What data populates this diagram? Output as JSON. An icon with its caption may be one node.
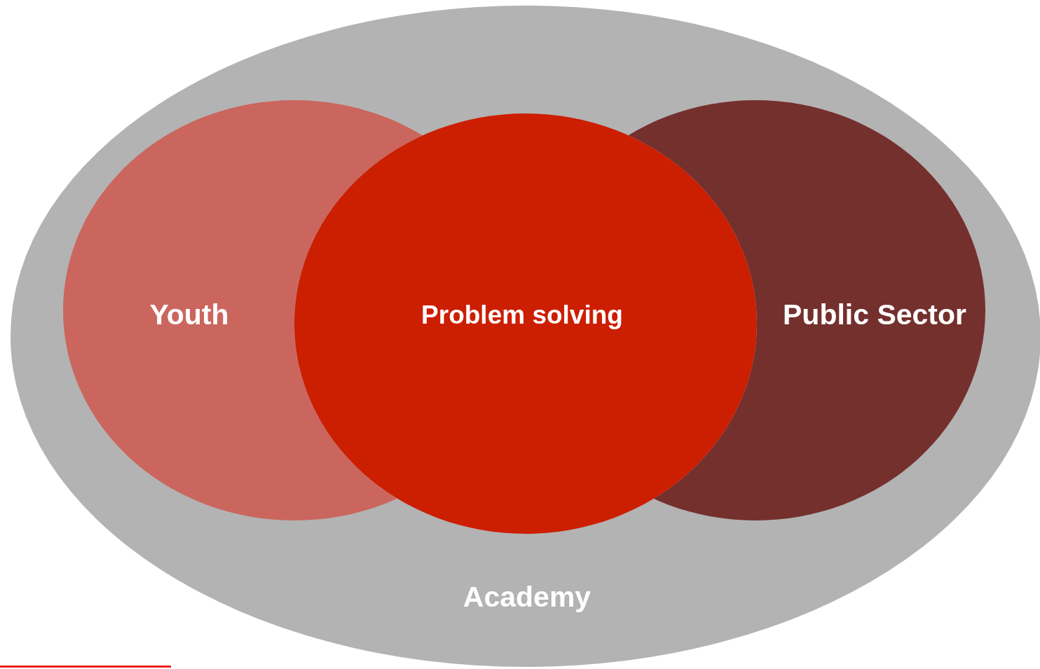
{
  "diagram": {
    "nodes": [
      {
        "text": [
          "Academy"
        ]
      },
      {
        "text": [
          "Youth"
        ],
        "in": 0
      },
      {
        "text": [
          "Problem solving"
        ],
        "in": 0
      },
      {
        "text": [
          "Public Sector"
        ],
        "in": 0
      }
    ]
  }
}
